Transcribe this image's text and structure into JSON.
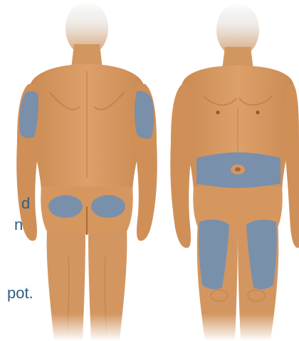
{
  "text_fragments": [
    "d",
    "n",
    "pot."
  ],
  "injection_sites": {
    "back_figure": [
      "upper-arm-left",
      "upper-arm-right",
      "buttock-left",
      "buttock-right"
    ],
    "front_figure": [
      "abdomen",
      "thigh-left",
      "thigh-right"
    ]
  },
  "colors": {
    "skin": "#d9985f",
    "skin_shadow": "#b97b47",
    "skin_highlight": "#e8b07a",
    "site_overlay": "#6f8fb4",
    "text": "#2e5f86"
  }
}
